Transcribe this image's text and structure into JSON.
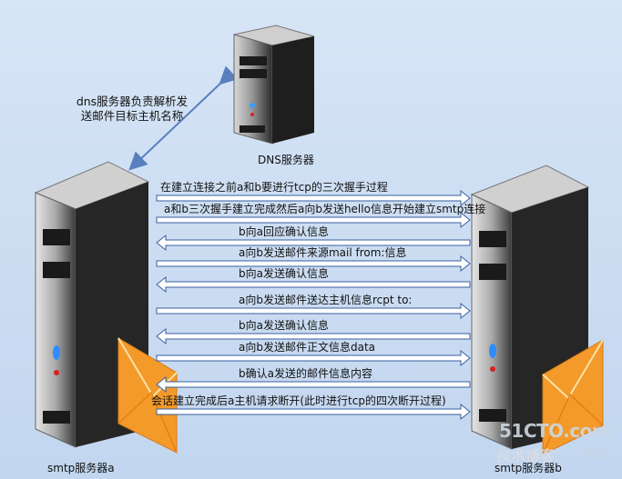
{
  "dns": {
    "label": "DNS服务器",
    "note_line1": "dns服务器负责解析发",
    "note_line2": "送邮件目标主机名称"
  },
  "servers": {
    "a_label": "smtp服务器a",
    "b_label": "smtp服务器b"
  },
  "messages": [
    {
      "text": "在建立连接之前a和b要进行tcp的三次握手过程",
      "direction": "a_to_b"
    },
    {
      "text": "a和b三次握手建立完成然后a向b发送hello信息开始建立smtp连接",
      "direction": "a_to_b"
    },
    {
      "text": "b向a回应确认信息",
      "direction": "b_to_a"
    },
    {
      "text": "a向b发送邮件来源mail  from:信息",
      "direction": "a_to_b"
    },
    {
      "text": "b向a发送确认信息",
      "direction": "b_to_a"
    },
    {
      "text": "a向b发送邮件送达主机信息rcpt  to:",
      "direction": "a_to_b"
    },
    {
      "text": "b向a发送确认信息",
      "direction": "b_to_a"
    },
    {
      "text": "a向b发送邮件正文信息data",
      "direction": "a_to_b"
    },
    {
      "text": "b确认a发送的邮件信息内容",
      "direction": "b_to_a"
    },
    {
      "text": "会话建立完成后a主机请求断开(此时进行tcp的四次断开过程)",
      "direction": "a_to_b"
    }
  ],
  "watermark": {
    "line1": "51CTO.com",
    "line2": "技术博客",
    "line3": "Blog"
  },
  "colors": {
    "arrow_fill": "#ffffff",
    "arrow_stroke": "#3a5fa0",
    "server_body": "#3b3b3b",
    "envelope": "#f39a2a"
  }
}
